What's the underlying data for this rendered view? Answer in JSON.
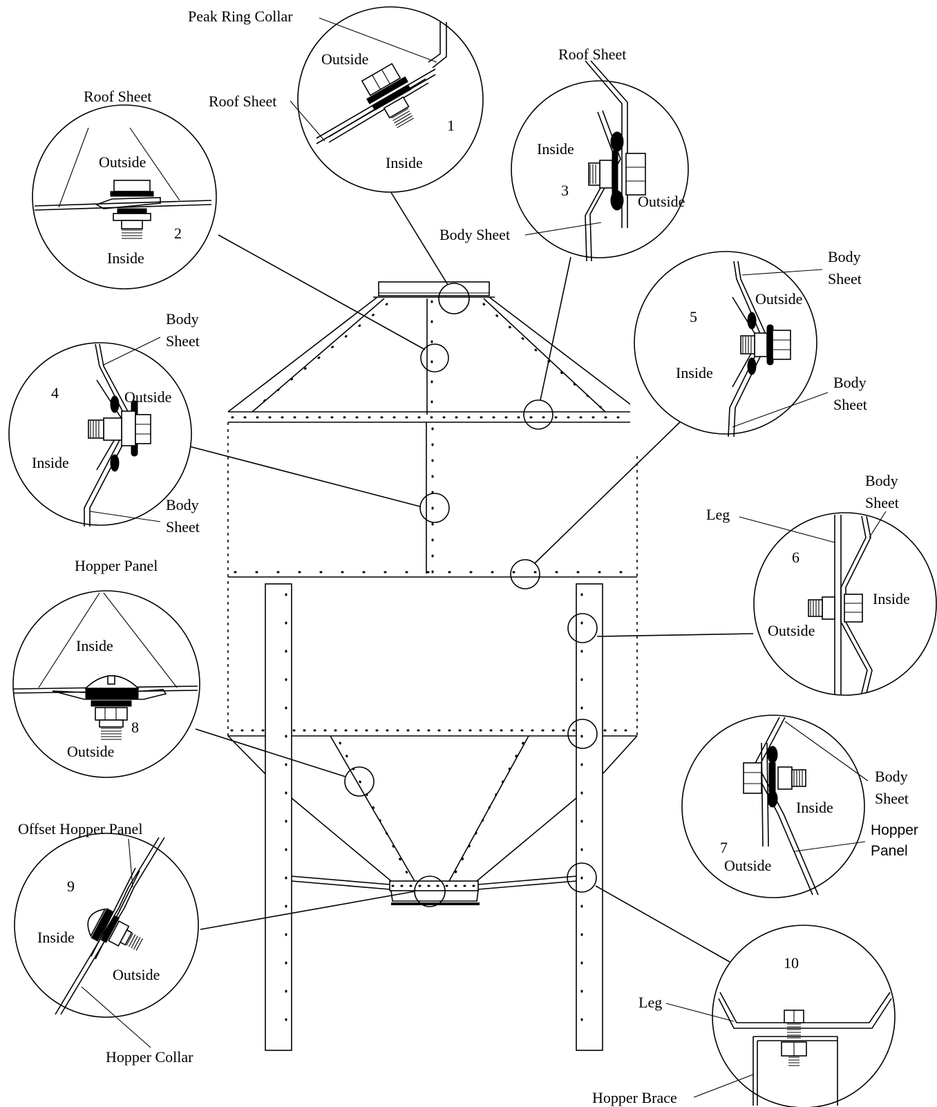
{
  "details": {
    "d1": {
      "number": "1",
      "labels": {
        "peak_ring_collar": "Peak Ring Collar",
        "roof_sheet": "Roof Sheet",
        "outside": "Outside",
        "inside": "Inside"
      }
    },
    "d2": {
      "number": "2",
      "labels": {
        "roof_sheet": "Roof Sheet",
        "outside": "Outside",
        "inside": "Inside"
      }
    },
    "d3": {
      "number": "3",
      "labels": {
        "roof_sheet": "Roof Sheet",
        "body_sheet": "Body Sheet",
        "outside": "Outside",
        "inside": "Inside"
      }
    },
    "d4": {
      "number": "4",
      "labels": {
        "body_top_1": "Body",
        "body_top_2": "Sheet",
        "body_bot_1": "Body",
        "body_bot_2": "Sheet",
        "outside": "Outside",
        "inside": "Inside"
      }
    },
    "d5": {
      "number": "5",
      "labels": {
        "body_top_1": "Body",
        "body_top_2": "Sheet",
        "body_bot_1": "Body",
        "body_bot_2": "Sheet",
        "outside": "Outside",
        "inside": "Inside"
      }
    },
    "d6": {
      "number": "6",
      "labels": {
        "leg": "Leg",
        "body_1": "Body",
        "body_2": "Sheet",
        "outside": "Outside",
        "inside": "Inside"
      }
    },
    "d7": {
      "number": "7",
      "labels": {
        "body_1": "Body",
        "body_2": "Sheet",
        "hopper_1": "Hopper",
        "hopper_2": "Panel",
        "outside": "Outside",
        "inside": "Inside"
      }
    },
    "d8": {
      "number": "8",
      "labels": {
        "hopper_panel": "Hopper Panel",
        "outside": "Outside",
        "inside": "Inside"
      }
    },
    "d9": {
      "number": "9",
      "labels": {
        "offset_hopper_panel": "Offset Hopper Panel",
        "hopper_collar": "Hopper Collar",
        "outside": "Outside",
        "inside": "Inside"
      }
    },
    "d10": {
      "number": "10",
      "labels": {
        "leg": "Leg",
        "hopper_brace": "Hopper Brace"
      }
    }
  }
}
